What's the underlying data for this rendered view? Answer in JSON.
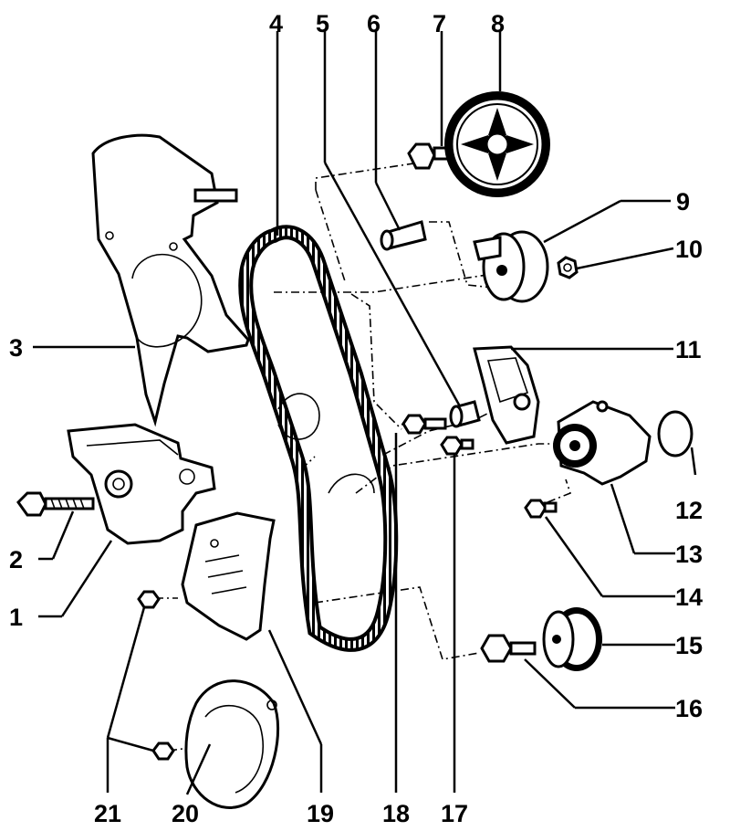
{
  "callouts": [
    {
      "id": "1",
      "part": "engine-mount-bracket"
    },
    {
      "id": "2",
      "part": "bracket-bolt"
    },
    {
      "id": "3",
      "part": "upper-timing-belt-cover"
    },
    {
      "id": "4",
      "part": "toothed-timing-belt"
    },
    {
      "id": "5",
      "part": "spacer-sleeve"
    },
    {
      "id": "6",
      "part": "idler-stud"
    },
    {
      "id": "7",
      "part": "camshaft-sprocket-bolt"
    },
    {
      "id": "8",
      "part": "camshaft-sprocket"
    },
    {
      "id": "9",
      "part": "tensioner-roller"
    },
    {
      "id": "10",
      "part": "tensioner-nut"
    },
    {
      "id": "11",
      "part": "tensioner-damper"
    },
    {
      "id": "12",
      "part": "o-ring"
    },
    {
      "id": "13",
      "part": "coolant-pump"
    },
    {
      "id": "14",
      "part": "pump-bolt"
    },
    {
      "id": "15",
      "part": "crankshaft-sprocket"
    },
    {
      "id": "16",
      "part": "crankshaft-bolt"
    },
    {
      "id": "17",
      "part": "damper-bolt"
    },
    {
      "id": "18",
      "part": "idler-bolt"
    },
    {
      "id": "19",
      "part": "center-timing-belt-cover"
    },
    {
      "id": "20",
      "part": "lower-timing-belt-cover"
    },
    {
      "id": "21",
      "part": "cover-bolts"
    }
  ]
}
